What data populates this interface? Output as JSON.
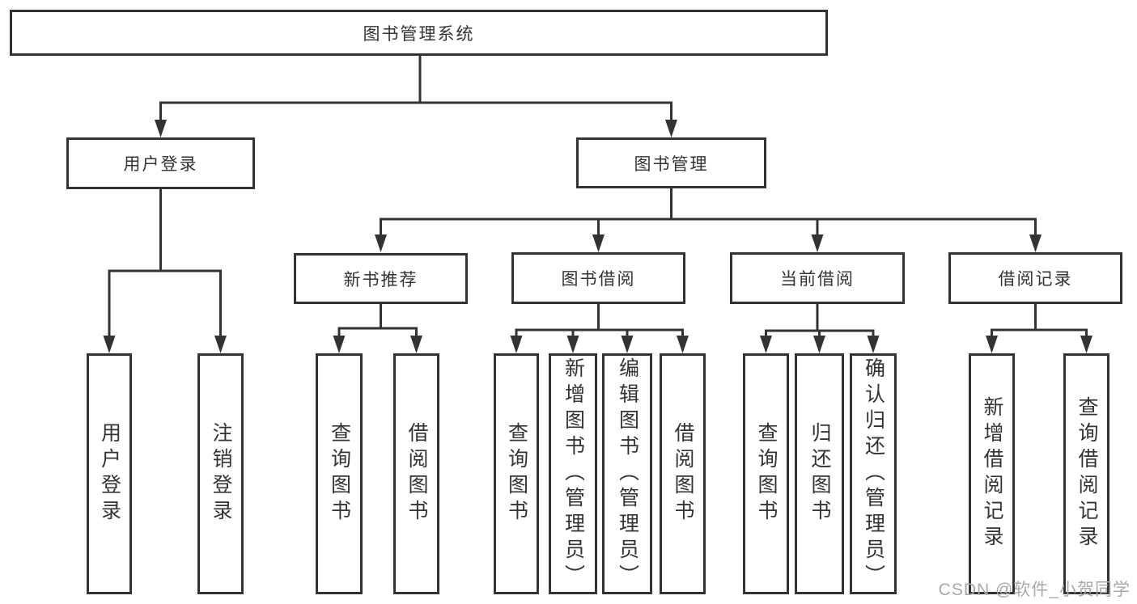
{
  "watermark": "CSDN @软件_小贺同学",
  "colors": {
    "line": "#333333",
    "text": "#333333",
    "watermark_text": "#a8a8a8",
    "background": "#ffffff"
  },
  "diagram": {
    "root": {
      "label": "图书管理系统"
    },
    "level2": [
      {
        "label": "用户登录"
      },
      {
        "label": "图书管理"
      }
    ],
    "level3": [
      {
        "label": "新书推荐"
      },
      {
        "label": "图书借阅"
      },
      {
        "label": "当前借阅"
      },
      {
        "label": "借阅记录"
      }
    ],
    "leaves": {
      "user_login": [
        "用户登录",
        "注销登录"
      ],
      "new_book_recommend": [
        "查询图书",
        "借阅图书"
      ],
      "book_borrowing": [
        "查询图书",
        "新增图书（管理员）",
        "编辑图书（管理员）",
        "借阅图书"
      ],
      "current_borrowing": [
        "查询图书",
        "归还图书",
        "确认归还（管理员）"
      ],
      "borrowing_records": [
        "新增借阅记录",
        "查询借阅记录"
      ]
    }
  }
}
